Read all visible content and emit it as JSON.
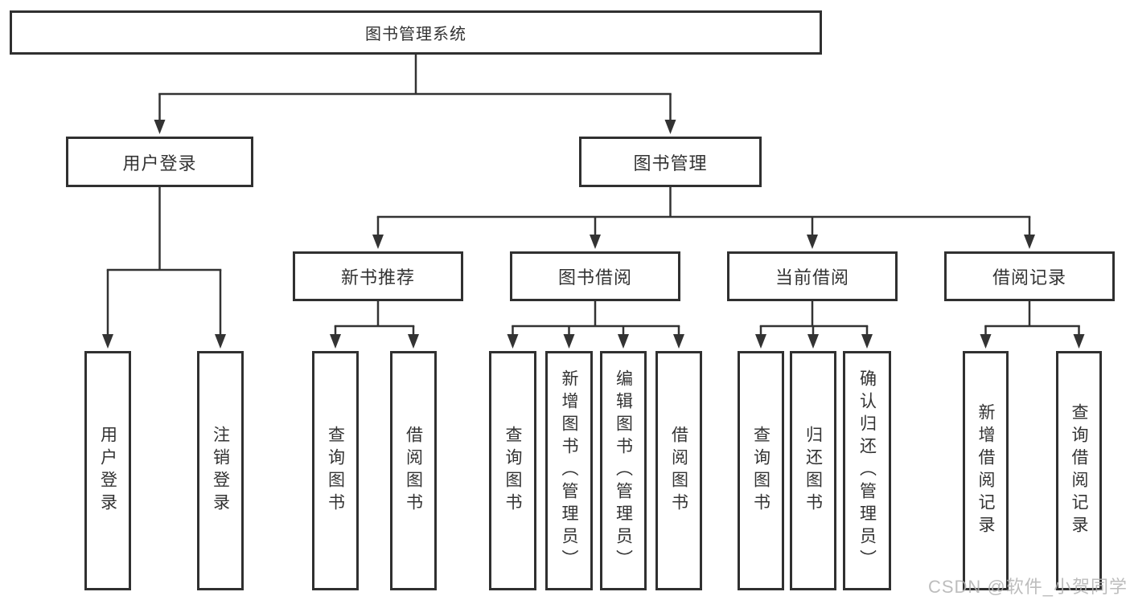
{
  "tree": {
    "label": "图书管理系统",
    "children": [
      {
        "label": "用户登录",
        "children": [
          {
            "label": "用户登录"
          },
          {
            "label": "注销登录"
          }
        ]
      },
      {
        "label": "图书管理",
        "children": [
          {
            "label": "新书推荐",
            "children": [
              {
                "label": "查询图书"
              },
              {
                "label": "借阅图书"
              }
            ]
          },
          {
            "label": "图书借阅",
            "children": [
              {
                "label": "查询图书"
              },
              {
                "label": "新增图书（管理员）"
              },
              {
                "label": "编辑图书（管理员）"
              },
              {
                "label": "借阅图书"
              }
            ]
          },
          {
            "label": "当前借阅",
            "children": [
              {
                "label": "查询图书"
              },
              {
                "label": "归还图书"
              },
              {
                "label": "确认归还（管理员）"
              }
            ]
          },
          {
            "label": "借阅记录",
            "children": [
              {
                "label": "新增借阅记录"
              },
              {
                "label": "查询借阅记录"
              }
            ]
          }
        ]
      }
    ]
  },
  "watermark": {
    "text": "CSDN @软件_小贺同学"
  },
  "colors": {
    "line": "#333333",
    "box_border": "#303030",
    "text": "#333333",
    "watermark": "#b2b2b2",
    "background": "#ffffff"
  }
}
